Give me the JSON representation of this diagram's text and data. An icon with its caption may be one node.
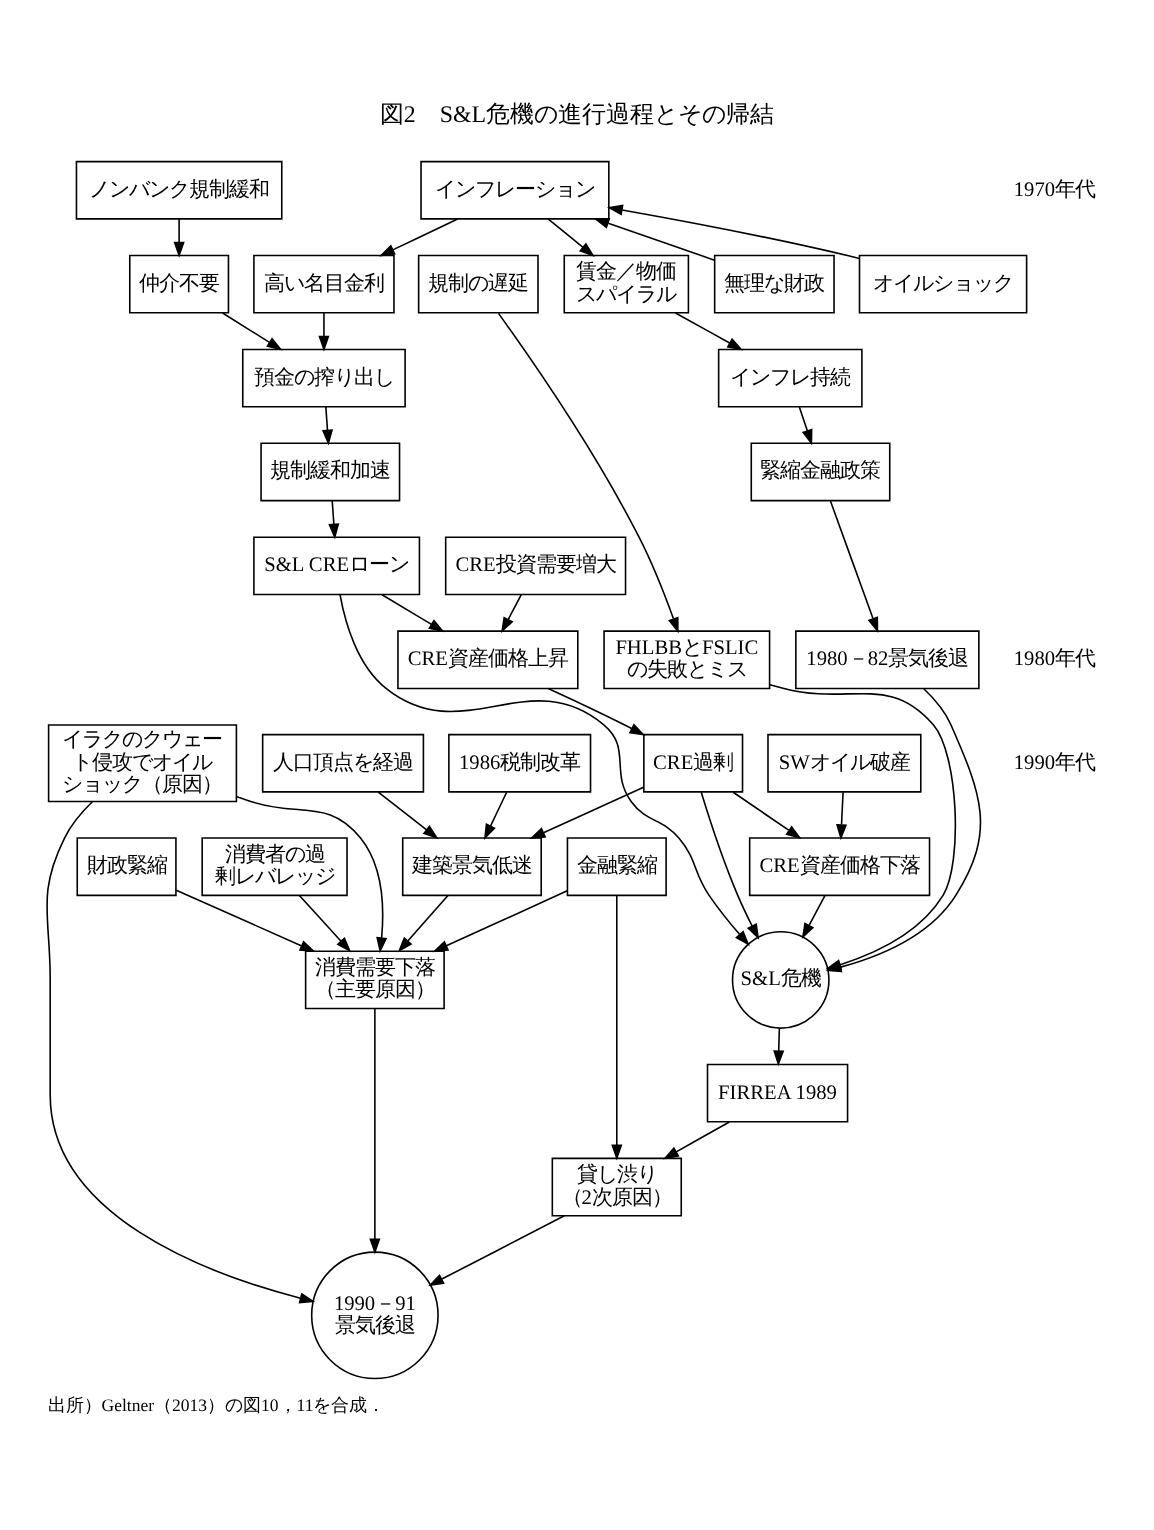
{
  "diagram": {
    "title": "図2　S&L危機の進行過程とその帰結",
    "caption": "出所）Geltner（2013）の図10，11を合成．",
    "nodes": [
      {
        "text": [
          "インフレーション"
        ]
      },
      {
        "text": [
          "無理な財政"
        ]
      },
      {
        "text": [
          "賃金／物価スパイラル"
        ]
      },
      {
        "text": [
          "規制の遅延"
        ]
      },
      {
        "text": [
          "オイルショック"
        ]
      },
      {
        "text": [
          "高い名目金利"
        ]
      },
      {
        "text": [
          "ノンバンク規制緩和"
        ]
      },
      {
        "text": [
          "CRE投資需要増大"
        ]
      },
      {
        "text": [
          "預金の搾り出し"
        ]
      },
      {
        "text": [
          "仲介不要"
        ]
      },
      {
        "text": [
          "インフレ持続"
        ]
      },
      {
        "text": [
          "FHLBBとFSLICの失敗とミス"
        ]
      },
      {
        "text": [
          "SWオイル破産"
        ]
      },
      {
        "text": [
          "規制緩和加速"
        ]
      },
      {
        "text": [
          "S&L CREローン"
        ]
      },
      {
        "text": [
          "緊縮金融政策"
        ]
      },
      {
        "text": [
          "CRE資産価格上昇"
        ]
      },
      {
        "text": [
          "1980－82景気後退"
        ]
      },
      {
        "text": [
          "CRE過剰"
        ]
      },
      {
        "text": [
          "CRE資産価格下落"
        ]
      },
      {
        "text": [
          "1986税制改革"
        ]
      },
      {
        "text": [
          "人口頂点を経過"
        ]
      },
      {
        "text": [
          "S&L危機"
        ]
      },
      {
        "text": [
          "消費者の過剰レバレッジ"
        ]
      },
      {
        "text": [
          "建築景気低迷"
        ]
      },
      {
        "text": [
          "FIRREA 1989"
        ]
      },
      {
        "text": [
          "財政緊縮"
        ]
      },
      {
        "text": [
          "消費需要下落（主要原因）"
        ]
      },
      {
        "text": [
          "金融緊縮"
        ]
      },
      {
        "text": [
          "イラクのクウェート侵攻でオイルショック（原因）"
        ]
      },
      {
        "text": [
          "貸し渋り（2次原因）"
        ]
      },
      {
        "text": [
          "1990－91景気後退"
        ]
      }
    ],
    "edges": [
      {
        "from": 1,
        "to": 0,
        "arrow": "to"
      },
      {
        "from": 4,
        "to": 0,
        "arrow": "to"
      },
      {
        "from": 0,
        "to": 2,
        "arrow": "to"
      },
      {
        "from": 0,
        "to": 5,
        "arrow": "to"
      },
      {
        "from": 2,
        "to": 10,
        "arrow": "to"
      },
      {
        "from": 3,
        "to": 11,
        "arrow": "to"
      },
      {
        "from": 5,
        "to": 8,
        "arrow": "to"
      },
      {
        "from": 6,
        "to": 9,
        "arrow": "to"
      },
      {
        "from": 9,
        "to": 8,
        "arrow": "to"
      },
      {
        "from": 8,
        "to": 13,
        "arrow": "to"
      },
      {
        "from": 13,
        "to": 14,
        "arrow": "to"
      },
      {
        "from": 7,
        "to": 16,
        "arrow": "to"
      },
      {
        "from": 10,
        "to": 15,
        "arrow": "to"
      },
      {
        "from": 15,
        "to": 17,
        "arrow": "to"
      },
      {
        "from": 14,
        "to": 16,
        "arrow": "to"
      },
      {
        "from": 16,
        "to": 18,
        "arrow": "to"
      },
      {
        "from": 12,
        "to": 19,
        "arrow": "to"
      },
      {
        "from": 18,
        "to": 19,
        "arrow": "to"
      },
      {
        "from": 14,
        "to": 22,
        "arrow": "to"
      },
      {
        "from": 17,
        "to": 22,
        "arrow": "to"
      },
      {
        "from": 19,
        "to": 22,
        "arrow": "to"
      },
      {
        "from": 11,
        "to": 22,
        "arrow": "to"
      },
      {
        "from": 18,
        "to": 22,
        "arrow": "to"
      },
      {
        "from": 18,
        "to": 24,
        "arrow": "to"
      },
      {
        "from": 20,
        "to": 24,
        "arrow": "to"
      },
      {
        "from": 21,
        "to": 24,
        "arrow": "to"
      },
      {
        "from": 22,
        "to": 25,
        "arrow": "to"
      },
      {
        "from": 23,
        "to": 27,
        "arrow": "to"
      },
      {
        "from": 24,
        "to": 27,
        "arrow": "to"
      },
      {
        "from": 26,
        "to": 27,
        "arrow": "to"
      },
      {
        "from": 28,
        "to": 27,
        "arrow": "to"
      },
      {
        "from": 29,
        "to": 27,
        "arrow": "to"
      },
      {
        "from": 28,
        "to": 30,
        "arrow": "to"
      },
      {
        "from": 25,
        "to": 30,
        "arrow": "to"
      },
      {
        "from": 27,
        "to": 31,
        "arrow": "to"
      },
      {
        "from": 29,
        "to": 31,
        "arrow": "to"
      },
      {
        "from": 30,
        "to": 31,
        "arrow": "to"
      }
    ],
    "labels": [
      "1970年代",
      "1980年代",
      "1990年代"
    ]
  }
}
